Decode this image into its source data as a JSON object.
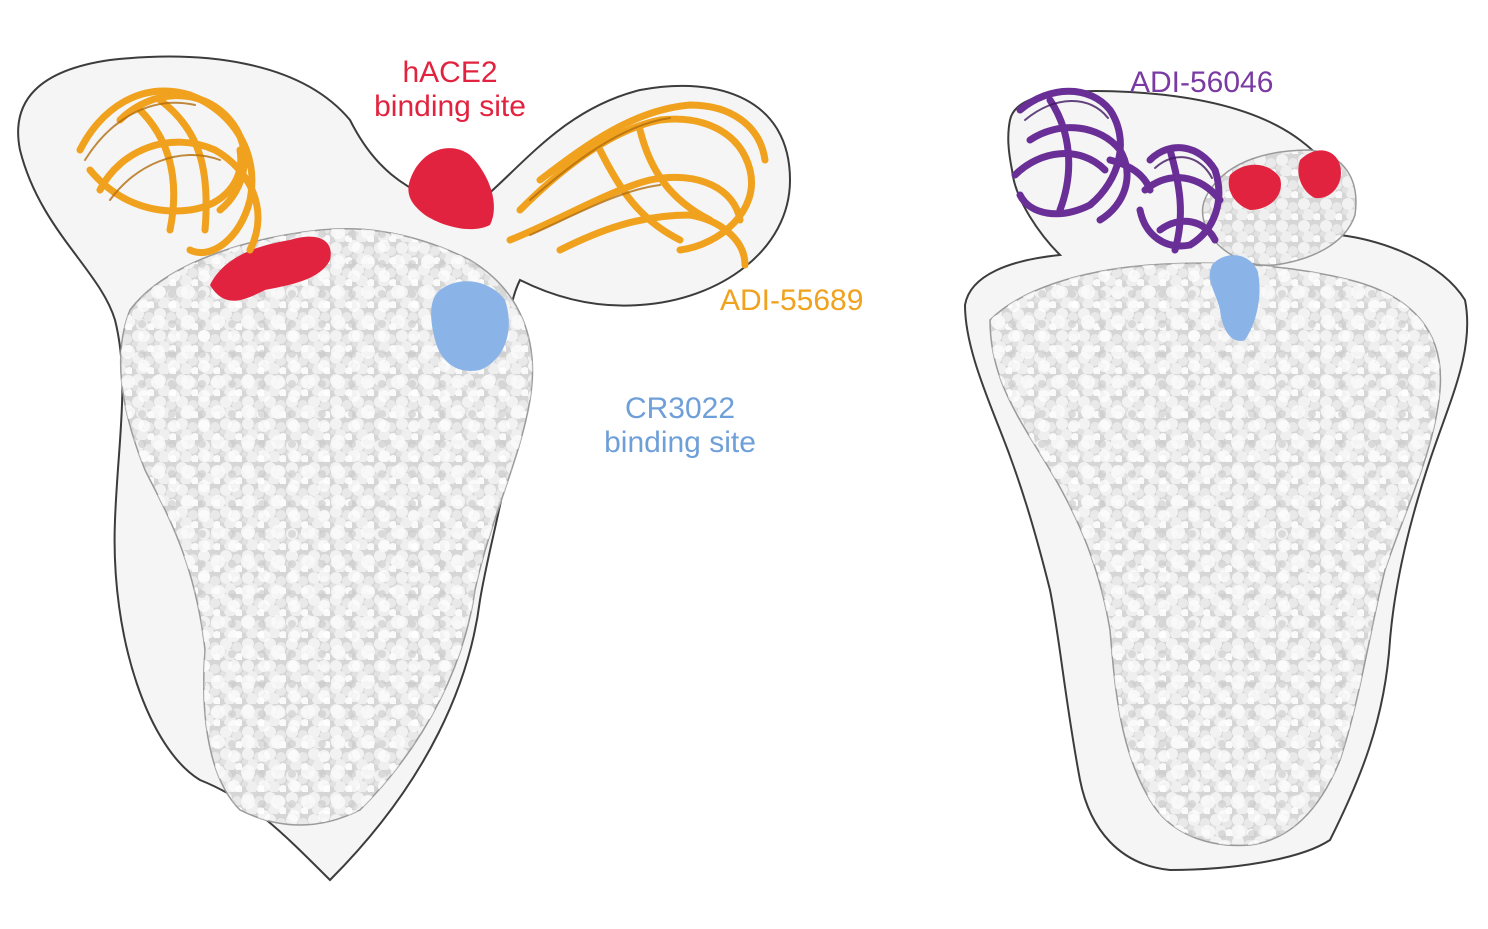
{
  "colors": {
    "background": "#ffffff",
    "envelope_fill": "#ececec",
    "envelope_stroke": "#4a4a4a",
    "protein_surface": "#d9d9d9",
    "protein_highlight": "#f4f4f4",
    "hace2_site": "#e2233f",
    "cr3022_site": "#8ab4e8",
    "adi55689": "#f0a21e",
    "adi56046": "#6a2f96"
  },
  "labels": {
    "hace2": {
      "line1": "hACE2",
      "line2": "binding site",
      "color": "#e2233f"
    },
    "adi55689": {
      "text": "ADI-55689",
      "color": "#f0a21e"
    },
    "cr3022": {
      "line1": "CR3022",
      "line2": "binding site",
      "color": "#6f9fd8"
    },
    "adi56046": {
      "text": "ADI-56046",
      "color": "#7a3aa3"
    }
  },
  "structures": {
    "left": {
      "name": "left-complex",
      "antibody": "ADI-55689"
    },
    "right": {
      "name": "right-complex",
      "antibody": "ADI-56046"
    }
  }
}
